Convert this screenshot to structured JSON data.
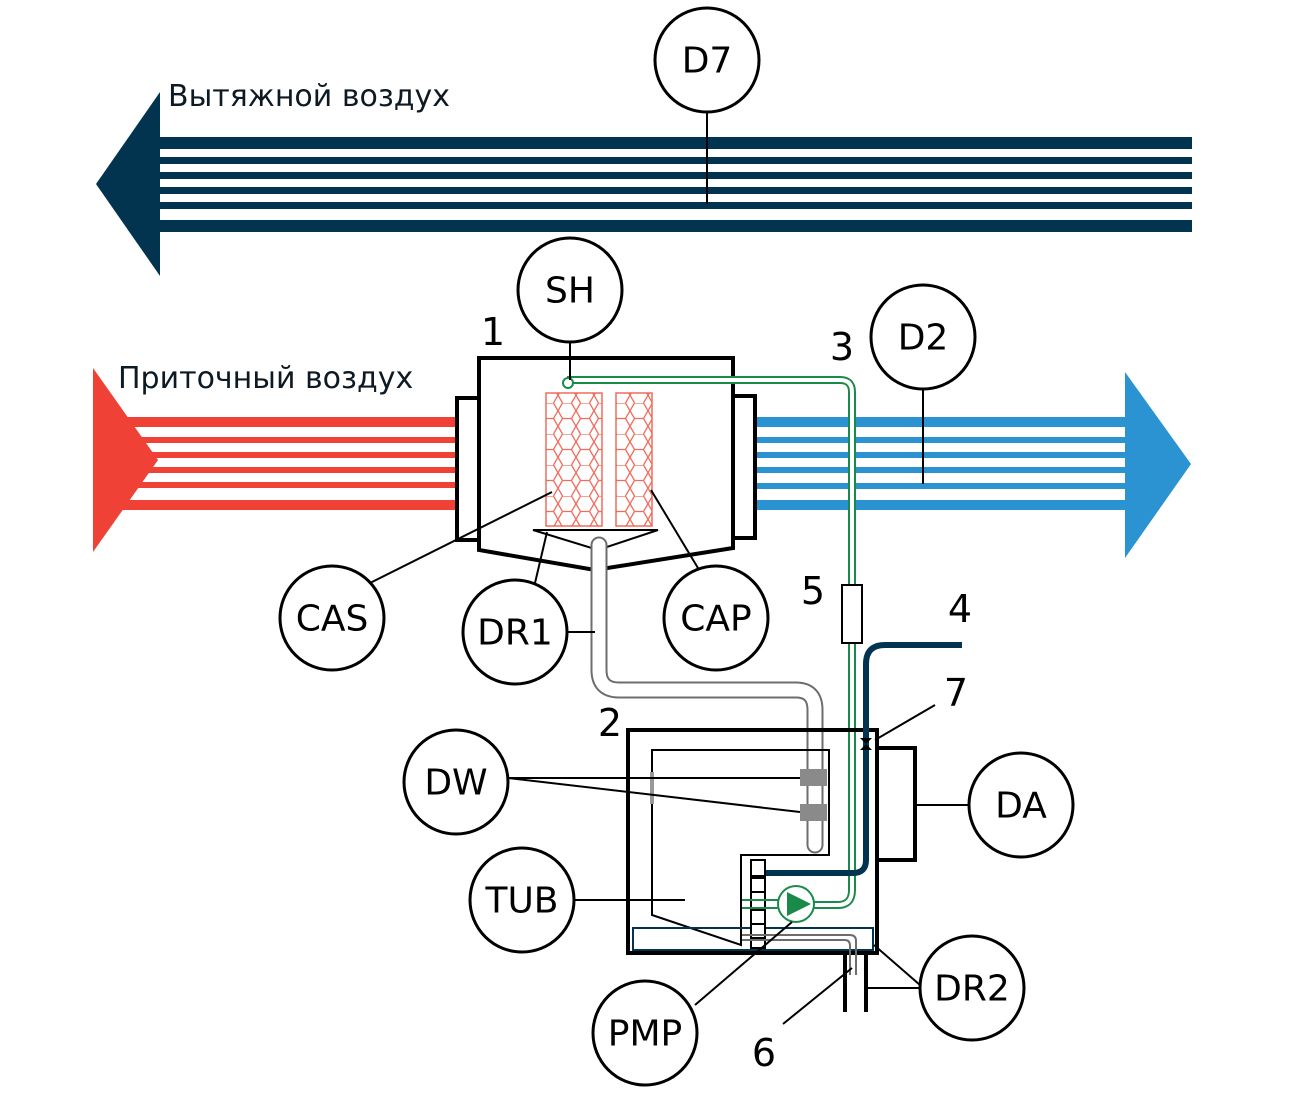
{
  "flows": {
    "exhaust": {
      "label": "Вытяжной воздух",
      "color": "#02344f",
      "direction": "left"
    },
    "supply_in": {
      "label": "Приточный воздух",
      "color": "#ef4136",
      "direction": "right"
    },
    "supply_out": {
      "color": "#2b93d1",
      "direction": "right"
    }
  },
  "callouts": [
    {
      "id": "D7",
      "text": "D7"
    },
    {
      "id": "SH",
      "text": "SH"
    },
    {
      "id": "D2",
      "text": "D2"
    },
    {
      "id": "CAS",
      "text": "CAS"
    },
    {
      "id": "DR1",
      "text": "DR1"
    },
    {
      "id": "CAP",
      "text": "CAP"
    },
    {
      "id": "DW",
      "text": "DW"
    },
    {
      "id": "TUB",
      "text": "TUB"
    },
    {
      "id": "DA",
      "text": "DA"
    },
    {
      "id": "PMP",
      "text": "PMP"
    },
    {
      "id": "DR2",
      "text": "DR2"
    }
  ],
  "numbers": {
    "n1": "1",
    "n2": "2",
    "n3": "3",
    "n4": "4",
    "n5": "5",
    "n6": "6",
    "n7": "7"
  },
  "colors": {
    "water_line": "#1a8a4a",
    "drain_pipe": "#6d6d6d",
    "cassette": "#f26b5b",
    "supply_pipe": "#02344f",
    "outline": "#000000"
  }
}
